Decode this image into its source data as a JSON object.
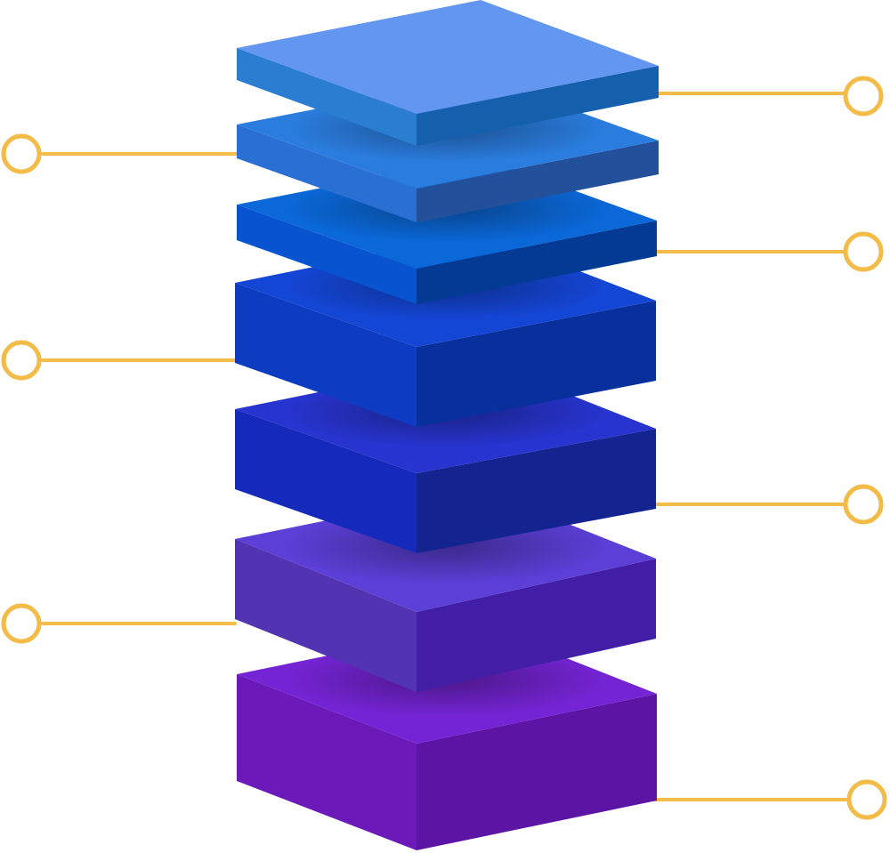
{
  "layers": [
    {
      "top": "#6296f1",
      "left": "#2a7dd1",
      "right": "#1560ac"
    },
    {
      "top": "#2a7ddf",
      "left": "#296fd4",
      "right": "#23509b"
    },
    {
      "top": "#0a68d8",
      "left": "#0753d0",
      "right": "#033a93"
    },
    {
      "top": "#1446d6",
      "left": "#0d3cc2",
      "right": "#08309c"
    },
    {
      "top": "#2734cf",
      "left": "#1529ba",
      "right": "#132491"
    },
    {
      "top": "#5b3fd7",
      "left": "#5233b1",
      "right": "#421ea6"
    },
    {
      "top": "#7424d4",
      "left": "#6b19b9",
      "right": "#5c14a5"
    }
  ],
  "connectors": [
    {
      "side": "right",
      "layer": 0
    },
    {
      "side": "left",
      "layer": 1
    },
    {
      "side": "right",
      "layer": 2
    },
    {
      "side": "left",
      "layer": 3
    },
    {
      "side": "right",
      "layer": 4
    },
    {
      "side": "left",
      "layer": 5
    },
    {
      "side": "right",
      "layer": 6
    }
  ],
  "connector_color": "#f3bb47"
}
